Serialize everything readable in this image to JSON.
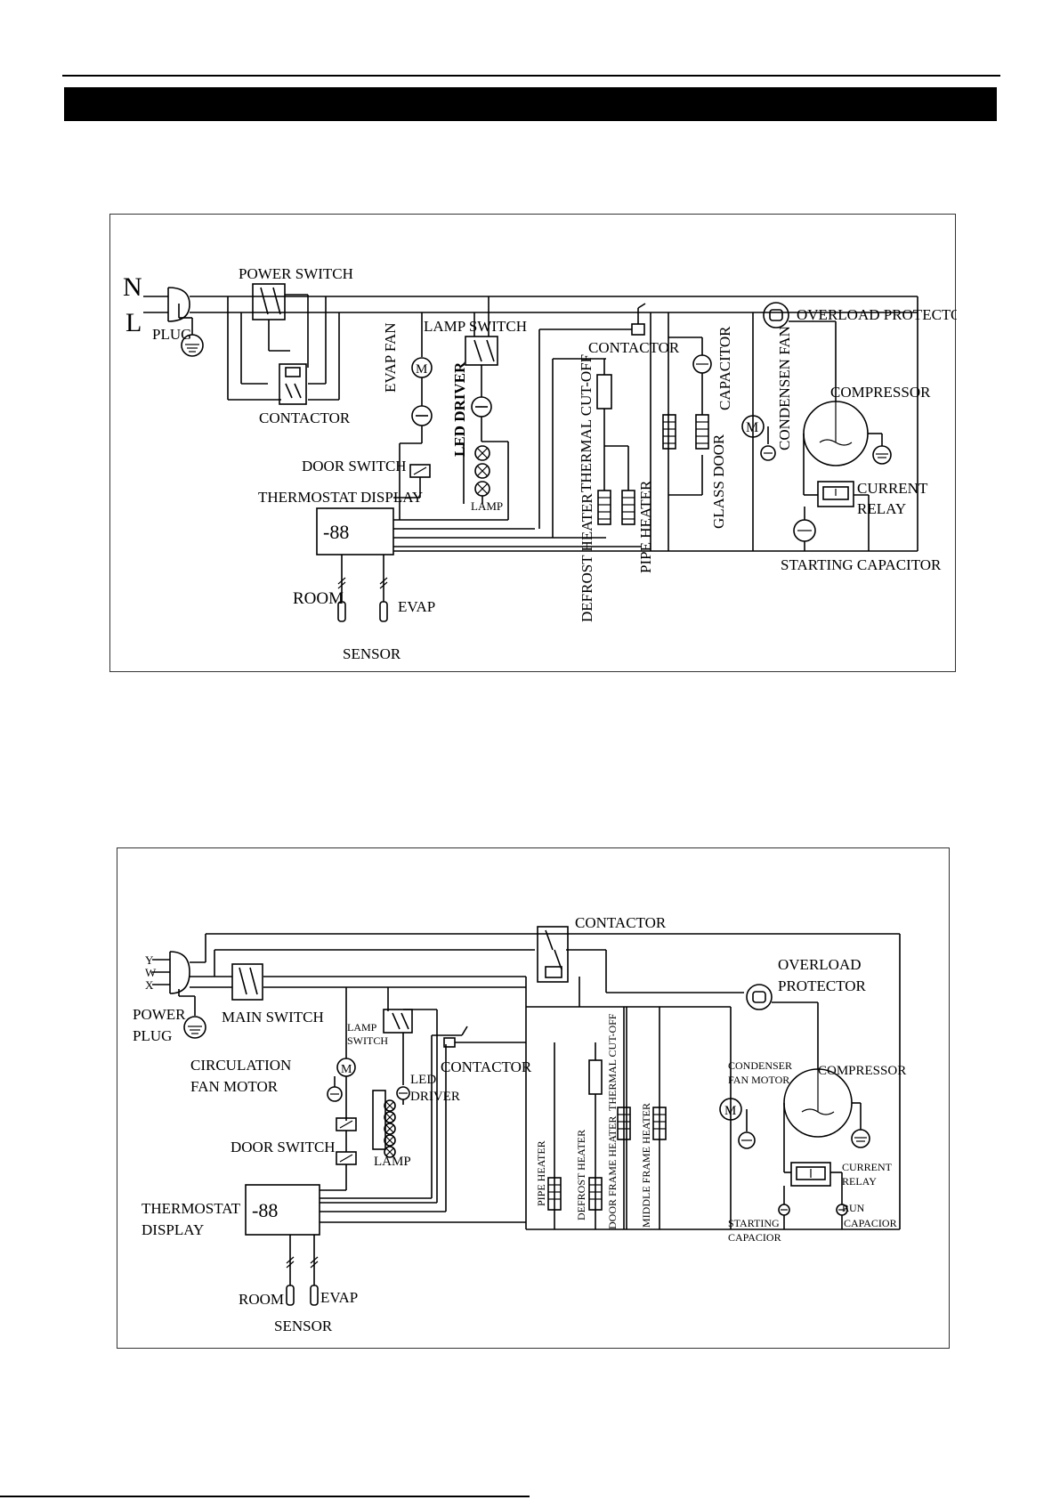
{
  "diagram1": {
    "labels": {
      "n": "N",
      "l": "L",
      "plug": "PLUG",
      "power_switch": "POWER SWITCH",
      "contactor_left": "CONTACTOR",
      "evap_fan": "EVAP FAN",
      "led_driver": "LED DRIVER",
      "lamp_switch": "LAMP SWITCH",
      "lamp": "LAMP",
      "door_switch": "DOOR SWITCH",
      "thermostat_display": "THERMOSTAT DISPLAY",
      "display_digits": "-88",
      "room": "ROOM",
      "evap": "EVAP",
      "sensor": "SENSOR",
      "contactor_right": "CONTACTOR",
      "thermal_cut_off": "THERMAL CUT-OFF",
      "defrost_heater": "DEFROST HEATER",
      "pipe_heater": "PIPE HEATER",
      "capacitor": "CAPACITOR",
      "glass_door": "GLASS DOOR",
      "condensen_fan": "CONDENSEN FAN",
      "fan_motor_symbol": "M",
      "evap_motor_symbol": "M",
      "overload_protector": "OVERLOAD PROTECTOR",
      "compressor": "COMPRESSOR",
      "current": "CURRENT",
      "relay": "RELAY",
      "starting_capacitor": "STARTING CAPACITOR"
    }
  },
  "diagram2": {
    "labels": {
      "y": "Y",
      "w": "W",
      "x": "X",
      "power": "POWER",
      "plug": "PLUG",
      "main_switch": "MAIN SWITCH",
      "contactor_top": "CONTACTOR",
      "lamp": "LAMP",
      "switch": "SWITCH",
      "circulation": "CIRCULATION",
      "fan_motor": "FAN MOTOR",
      "motor_symbol": "M",
      "led": "LED",
      "driver": "DRIVER",
      "contactor_mid": "CONTACTOR",
      "lamp_bottom": "LAMP",
      "door_switch": "DOOR SWITCH",
      "thermostat": "THERMOSTAT",
      "display": "DISPLAY",
      "display_digits": "-88",
      "room": "ROOM",
      "evap": "EVAP",
      "sensor": "SENSOR",
      "pipe_heater": "PIPE HEATER",
      "defrost_heater": "DEFROST HEATER",
      "door_frame_heater": "DOOR FRAME HEATER",
      "thermal_cut_off": "THERMAL CUT-OFF",
      "middle_frame_heater": "MIDDLE FRAME HEATER",
      "overload": "OVERLOAD",
      "protector": "PROTECTOR",
      "condenser": "CONDENSER",
      "fan_motor_right": "FAN MOTOR",
      "cond_motor_symbol": "M",
      "compressor": "COMPRESSOR",
      "current": "CURRENT",
      "relay": "RELAY",
      "starting": "STARTING",
      "capacior_left": "CAPACIOR",
      "run": "RUN",
      "capacior_right": "CAPACIOR"
    }
  }
}
